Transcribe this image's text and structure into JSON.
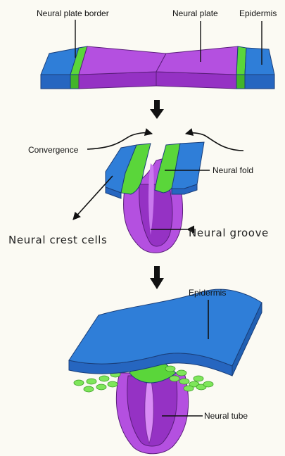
{
  "stage1": {
    "labels": {
      "neural_plate_border": "Neural plate border",
      "neural_plate": "Neural plate",
      "epidermis": "Epidermis"
    }
  },
  "stage2": {
    "labels": {
      "convergence": "Convergence",
      "neural_fold": "Neural fold",
      "neural_crest_cells": "Neural crest cells",
      "neural_groove": "Neural groove"
    }
  },
  "stage3": {
    "labels": {
      "epidermis": "Epidermis",
      "neural_tube": "Neural tube"
    }
  },
  "colors": {
    "epidermis_blue": "#2f7ed8",
    "border_green": "#5ad63a",
    "plate_purple": "#b450e0",
    "crest_dots": "#7ee65a"
  }
}
